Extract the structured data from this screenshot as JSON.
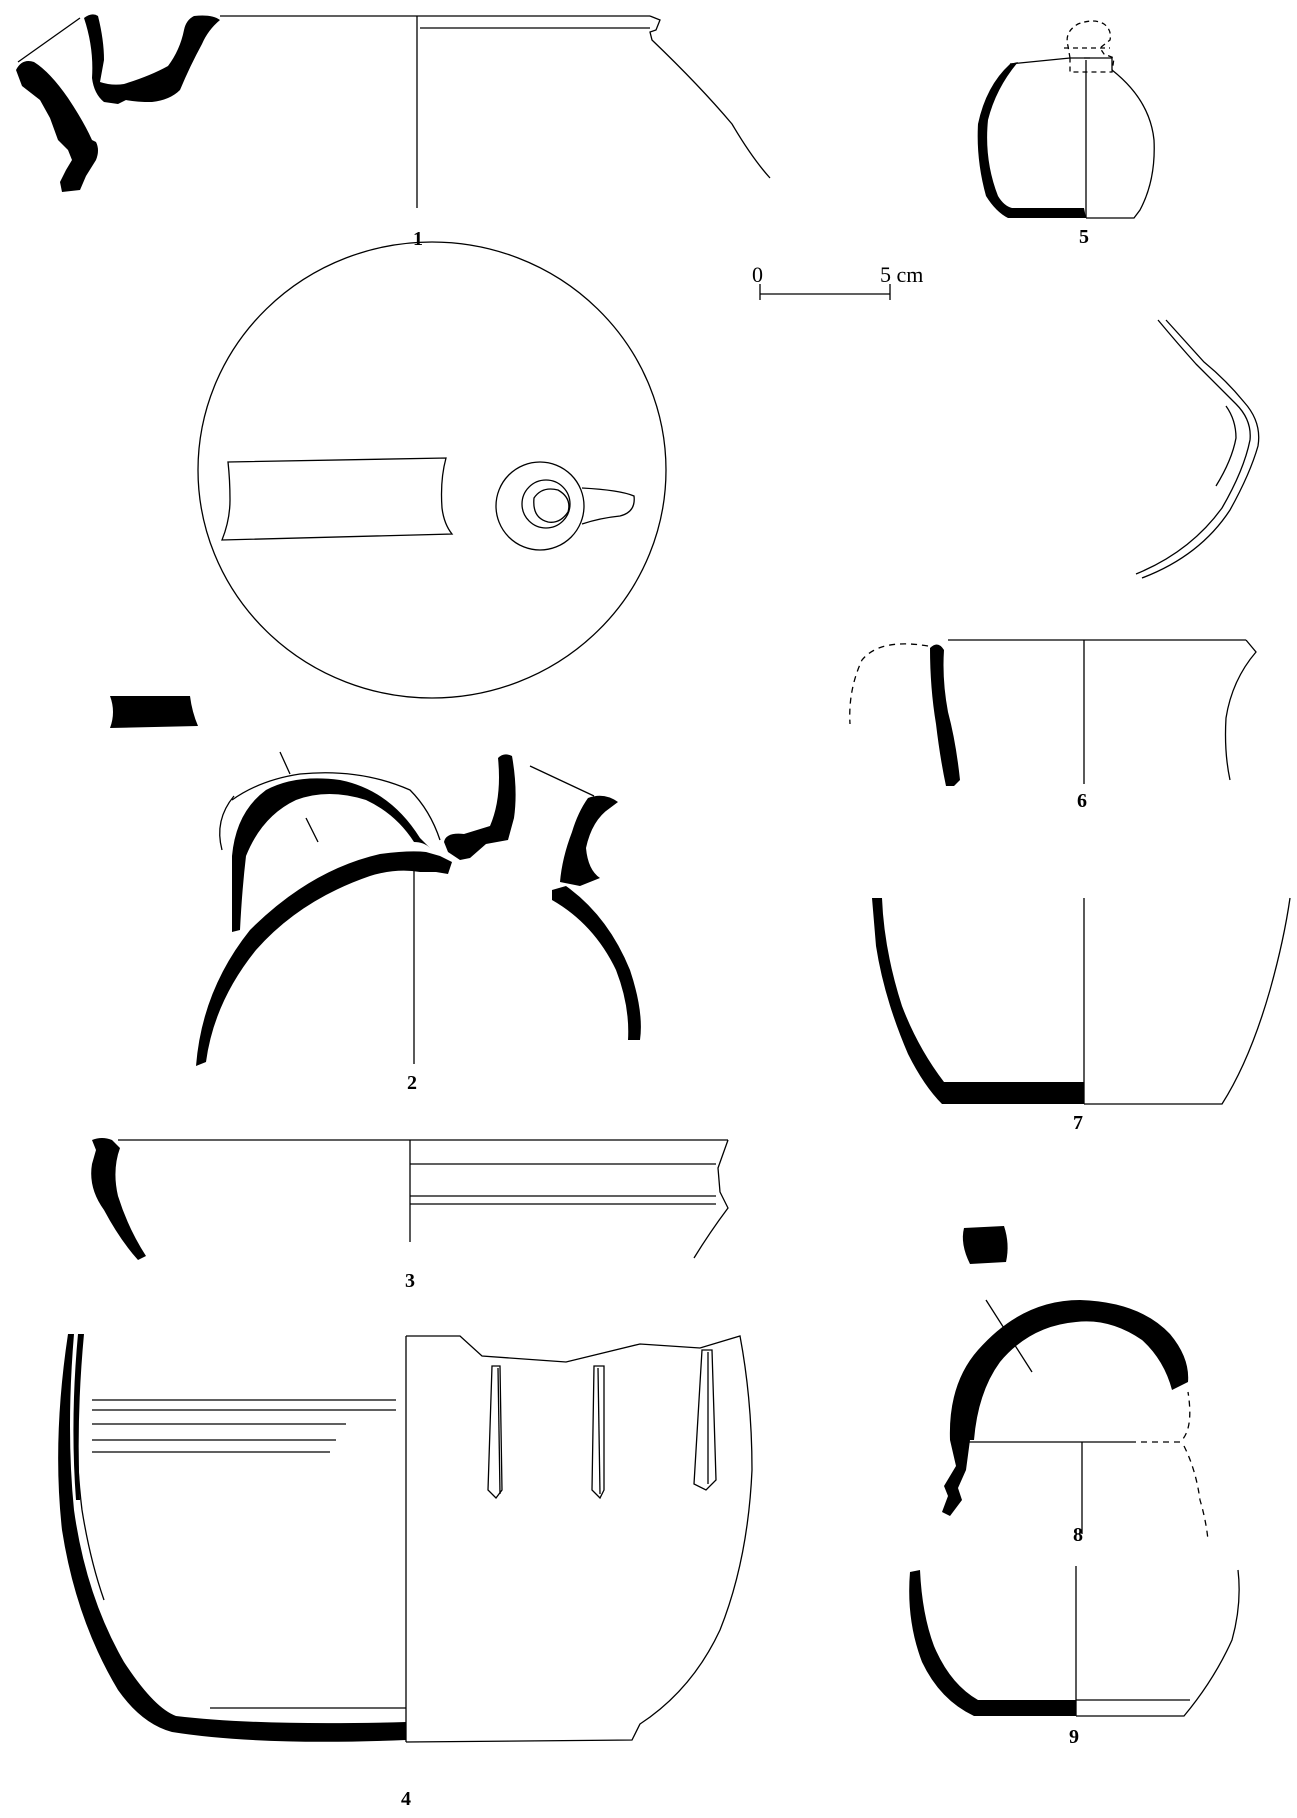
{
  "figures": [
    {
      "id": "1",
      "label": "1"
    },
    {
      "id": "2",
      "label": "2"
    },
    {
      "id": "3",
      "label": "3"
    },
    {
      "id": "4",
      "label": "4"
    },
    {
      "id": "5",
      "label": "5"
    },
    {
      "id": "6",
      "label": "6"
    },
    {
      "id": "7",
      "label": "7"
    },
    {
      "id": "8",
      "label": "8"
    },
    {
      "id": "9",
      "label": "9"
    }
  ],
  "scale": {
    "start": "0",
    "end": "5 cm"
  },
  "colors": {
    "ink": "#000000",
    "paper": "#ffffff"
  }
}
